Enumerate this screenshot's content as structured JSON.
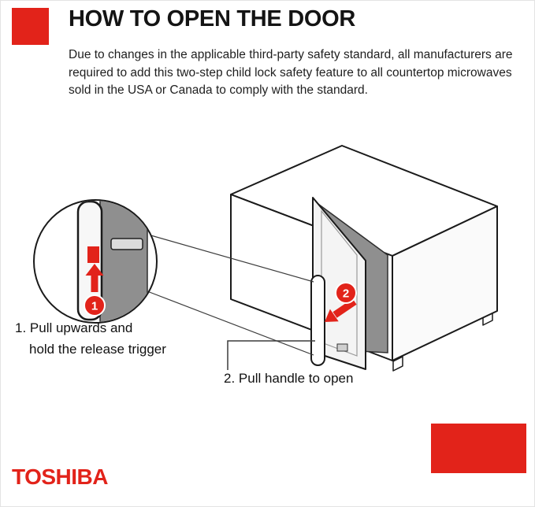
{
  "page": {
    "title": "HOW TO OPEN THE DOOR",
    "description": "Due to changes in the applicable third-party safety standard, all manufacturers are required to add this two-step child lock safety feature to all countertop microwaves sold in the USA or Canada to comply with the standard.",
    "accent_color": "#e2231a"
  },
  "diagram": {
    "type": "instructional-illustration",
    "subject": "microwave with open door, magnified view of handle release trigger",
    "colors": {
      "cavity_gray": "#8f8f8f",
      "outline": "#1a1a1a"
    },
    "steps": [
      {
        "number": "1",
        "label_lines": [
          "1. Pull upwards and",
          "hold the release trigger"
        ]
      },
      {
        "number": "2",
        "label_lines": [
          "2. Pull handle to open"
        ]
      }
    ]
  },
  "brand": {
    "wordmark": "TOSHIBA"
  }
}
